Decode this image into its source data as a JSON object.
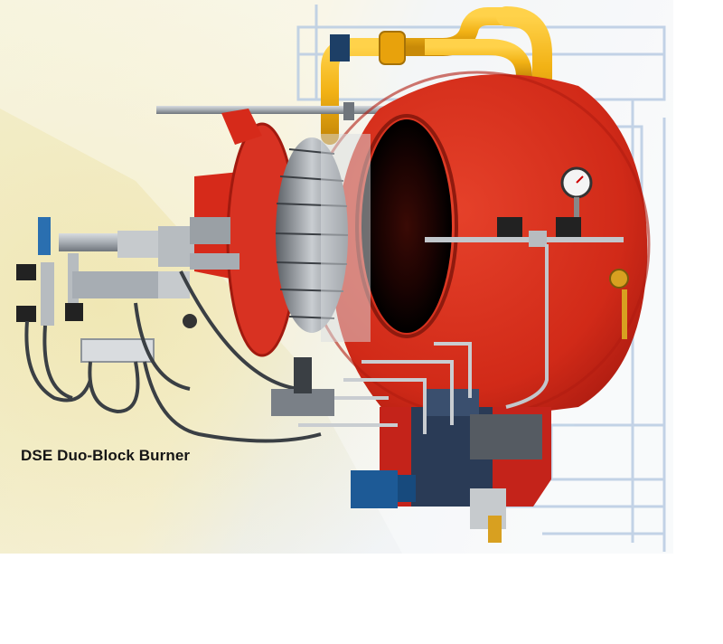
{
  "caption": "DSE Duo-Block Burner",
  "colors": {
    "housing_red": "#d62a1a",
    "gas_pipe_yellow": "#f2b215",
    "background_cream": "#f1ecc6",
    "blueprint_blue": "#c9d9ec",
    "metal_gray": "#a7adb3",
    "dark_steel": "#2b2f34"
  },
  "objects": [
    "burner-housing",
    "fan-impeller",
    "gas-pipe",
    "burner-flange",
    "fuel-valve-train",
    "control-box",
    "pressure-gauge",
    "hoses",
    "motor"
  ]
}
